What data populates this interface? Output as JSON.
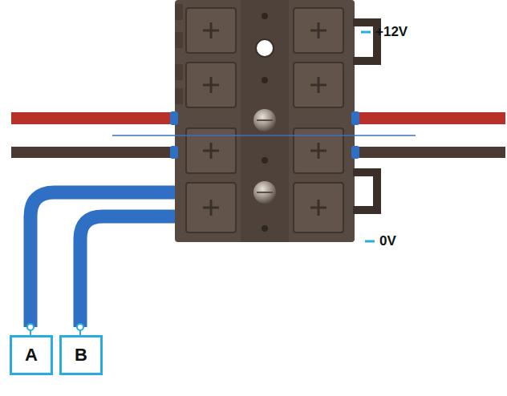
{
  "diagram": {
    "nodes": [
      {
        "text": [
          "A"
        ]
      },
      {
        "text": [
          "B"
        ]
      }
    ],
    "labels": [
      "+12V",
      "0V"
    ]
  }
}
